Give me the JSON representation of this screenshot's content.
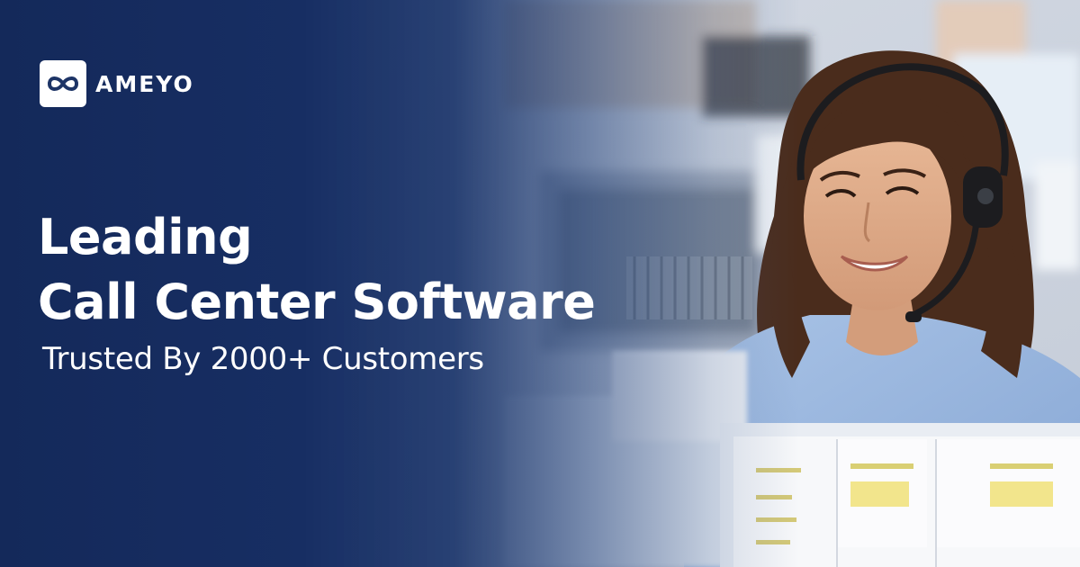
{
  "brand": {
    "name": "AMEYO",
    "logo_icon": "infinity-icon"
  },
  "headline": {
    "line1": "Leading",
    "line2": "Call Center Software",
    "subline": "Trusted By 2000+ Customers"
  },
  "colors": {
    "navy": "#14295a",
    "text": "#ffffff",
    "shirt": "#9ab8e0",
    "hair": "#4a2c1c"
  }
}
